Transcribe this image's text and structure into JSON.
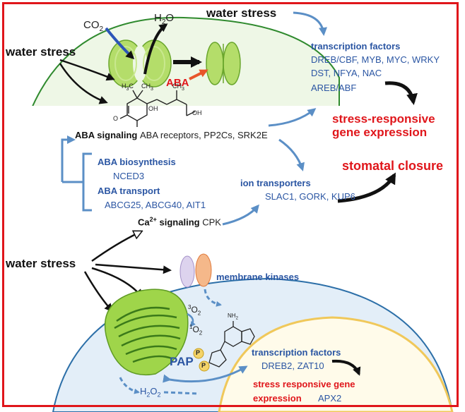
{
  "colors": {
    "frame": "#e0161b",
    "leaf_fill": "#eef7e6",
    "leaf_edge": "#2f8a2e",
    "cell_fill": "#e3eef8",
    "cell_edge": "#2c6fa8",
    "nucleus_fill": "#fffbea",
    "nucleus_edge": "#f0c85a",
    "chloroplast": "#9fd54a",
    "guard_cell": "#b4dd6a",
    "arrow_blue": "#5b8fc6",
    "arrow_black": "#111111",
    "text_blue": "#2b56a3",
    "text_red": "#e0161b"
  },
  "icons": [
    "stomata-open-icon",
    "stomata-closed-icon",
    "aba-molecule-icon",
    "chloroplast-icon",
    "pap-molecule-icon",
    "membrane-kinase-icon"
  ],
  "labels": {
    "co2": "CO",
    "co2_sub": "2",
    "h2o_h": "H",
    "h2o_sub": "2",
    "h2o_o": "O",
    "water_stress_top": "water stress",
    "water_stress_left": "water stress",
    "water_stress_bottom": "water stress",
    "aba_red": "ABA",
    "tf_top_title": "transcription factors",
    "tf_top_line1": "DREB/CBF, MYB, MYC, WRKY",
    "tf_top_line2": "DST, NFYA, NAC",
    "tf_top_line3": "AREB/ABF",
    "stress_gene_line1": "stress-responsive",
    "stress_gene_line2": "gene expression",
    "stomatal_closure": "stomatal closure",
    "aba_signaling_bold": "ABA signaling",
    "aba_signaling_rest": "ABA receptors, PP2Cs, SRK2E",
    "aba_biosynthesis": "ABA biosynthesis",
    "nced3": "NCED3",
    "aba_transport": "ABA transport",
    "transporters_list": "ABCG25, ABCG40, AIT1",
    "ion_transporters": "ion transporters",
    "ion_list": "SLAC1, GORK, KUP6",
    "ca": "Ca",
    "ca_sup": "2+",
    "ca_signaling": "signaling",
    "cpk": "CPK",
    "membrane_kinases": "membrane kinases",
    "o2_triplet_sup": "3",
    "o2_triplet": "O",
    "o2_triplet_sub": "2",
    "o2_singlet_sup": "1",
    "o2_singlet": "O",
    "o2_singlet_sub": "2",
    "pap": "PAP",
    "p": "P",
    "nh2": "NH",
    "nh2_sub": "2",
    "h2o2_h": "H",
    "h2o2_sub1": "2",
    "h2o2_o": "O",
    "h2o2_sub2": "2",
    "tf_bottom_title": "transcription factors",
    "tf_bottom_list": "DREB2, ZAT10",
    "stress_bottom_line1": "stress responsive gene",
    "stress_bottom_line2": "expression",
    "apx2": "APX2",
    "mol_h3c": "H",
    "mol_h3c_sub": "3",
    "mol_h3c_c": "C",
    "mol_ch3": "CH",
    "mol_ch3_sub": "3",
    "mol_oh1": "OH",
    "mol_oh2": "OH",
    "mol_o": "O"
  }
}
